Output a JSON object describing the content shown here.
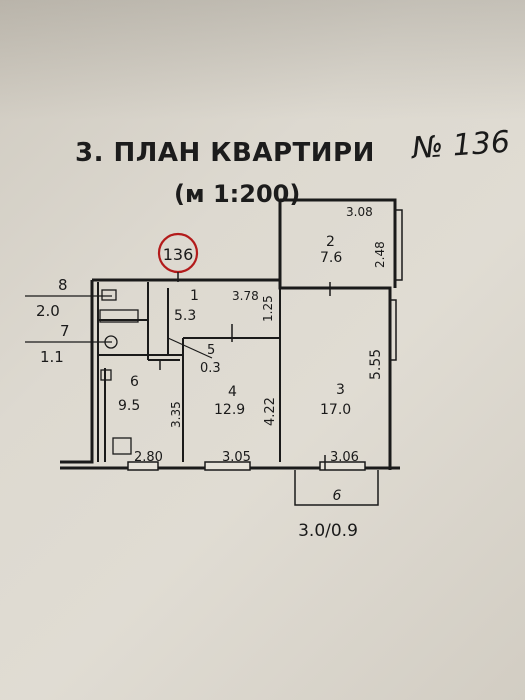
{
  "title": "3. ПЛАН КВАРТИРИ",
  "apartment_number": "№ 136",
  "scale": "(м 1:200)",
  "circled_label": "136",
  "rooms": [
    {
      "id": "1",
      "area": "5.3"
    },
    {
      "id": "2",
      "area": "7.6"
    },
    {
      "id": "3",
      "area": "17.0"
    },
    {
      "id": "4",
      "area": "12.9"
    },
    {
      "id": "5",
      "area": "0.3"
    },
    {
      "id": "6",
      "area": "9.5"
    },
    {
      "id": "7",
      "area": "1.1"
    },
    {
      "id": "8",
      "area": "2.0"
    }
  ],
  "dimensions": {
    "balcony_width": "3.08",
    "balcony_depth": "2.48",
    "hall_length": "3.78",
    "hall_width": "1.25",
    "room3_depth": "5.55",
    "room4_depth": "4.22",
    "room6_depth": "3.35",
    "room6_width": "2.80",
    "room4_width": "3.05",
    "room3_width": "3.06"
  },
  "lower_balcony": {
    "id": "6",
    "size": "3.0/0.9"
  },
  "colors": {
    "ink": "#1a1a1a",
    "stamp": "#b31b1b",
    "paper": "#dcd8cf"
  }
}
